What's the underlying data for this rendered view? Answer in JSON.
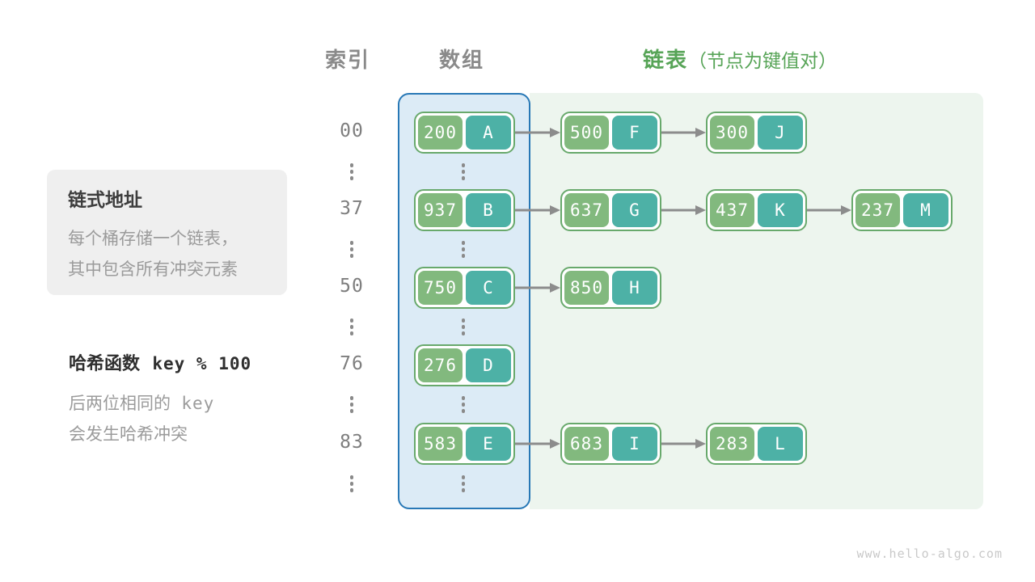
{
  "headers": {
    "index": "索引",
    "array": "数组",
    "list": "链表",
    "list_note": "（节点为键值对）"
  },
  "info_box": {
    "title": "链式地址",
    "line1": "每个桶存储一个链表，",
    "line2": "其中包含所有冲突元素"
  },
  "hash_note": {
    "title_cn": "哈希函数",
    "title_code": "key % 100",
    "line1_text": "后两位相同的",
    "line1_code": "key",
    "line2": "会发生哈希冲突"
  },
  "watermark": "www.hello-algo.com",
  "colors": {
    "key_cell": "#82b97e",
    "value_cell": "#4db1a6",
    "node_border": "#68a96c",
    "array_bg": "#dcebf6",
    "array_border": "#2878b6",
    "list_bg": "#edf5ee",
    "arrow": "#8c8c8c",
    "header_gray": "#8a8a8a",
    "header_green": "#57a457"
  },
  "diagram": {
    "rows": [
      {
        "index": "00",
        "nodes": [
          {
            "key": "200",
            "val": "A"
          },
          {
            "key": "500",
            "val": "F"
          },
          {
            "key": "300",
            "val": "J"
          }
        ]
      },
      {
        "index": "37",
        "nodes": [
          {
            "key": "937",
            "val": "B"
          },
          {
            "key": "637",
            "val": "G"
          },
          {
            "key": "437",
            "val": "K"
          },
          {
            "key": "237",
            "val": "M"
          }
        ]
      },
      {
        "index": "50",
        "nodes": [
          {
            "key": "750",
            "val": "C"
          },
          {
            "key": "850",
            "val": "H"
          }
        ]
      },
      {
        "index": "76",
        "nodes": [
          {
            "key": "276",
            "val": "D"
          }
        ]
      },
      {
        "index": "83",
        "nodes": [
          {
            "key": "583",
            "val": "E"
          },
          {
            "key": "683",
            "val": "I"
          },
          {
            "key": "283",
            "val": "L"
          }
        ]
      }
    ],
    "ellipsis_rows": 5
  }
}
